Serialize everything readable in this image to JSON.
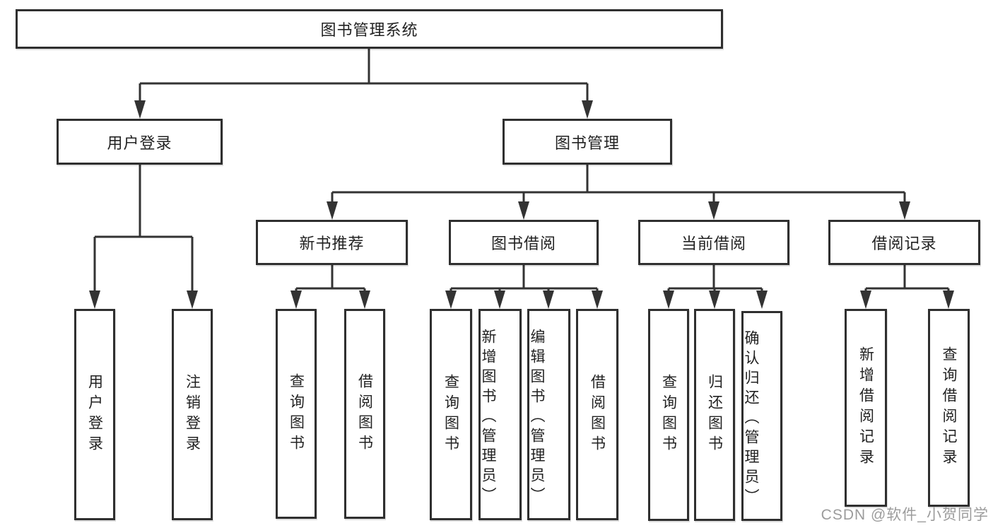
{
  "tree": {
    "root": "图书管理系统",
    "user_login": {
      "label": "用户登录",
      "children": [
        "用户登录",
        "注销登录"
      ]
    },
    "book_mgmt": {
      "label": "图书管理",
      "sections": [
        {
          "label": "新书推荐",
          "items": [
            "查询图书",
            "借阅图书"
          ]
        },
        {
          "label": "图书借阅",
          "items": [
            "查询图书",
            "新增图书（管理员）",
            "编辑图书（管理员）",
            "借阅图书"
          ]
        },
        {
          "label": "当前借阅",
          "items": [
            "查询图书",
            "归还图书",
            "确认归还（管理员）"
          ]
        },
        {
          "label": "借阅记录",
          "items": [
            "新增借阅记录",
            "查询借阅记录"
          ]
        }
      ]
    }
  },
  "watermark": {
    "text": "CSDN @软件_小贺同学"
  },
  "colors": {
    "line": "#333333",
    "border": "#2f2f2f",
    "text": "#222222",
    "watermark": "#9c9c9c",
    "background": "#ffffff"
  }
}
